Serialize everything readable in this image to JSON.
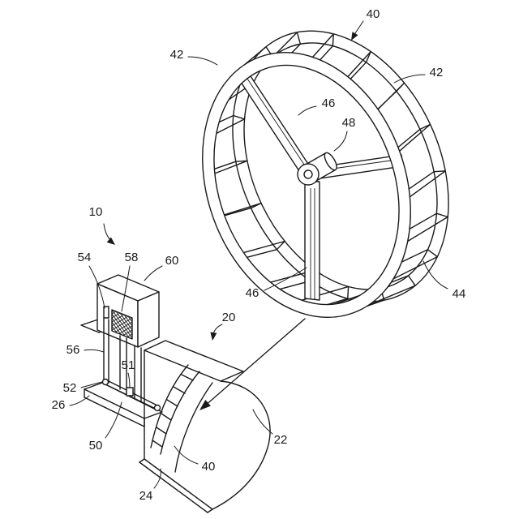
{
  "figure": {
    "numerals": [
      "40",
      "42",
      "42",
      "46",
      "48",
      "46",
      "44",
      "10",
      "54",
      "58",
      "60",
      "56",
      "51",
      "52",
      "26",
      "50",
      "20",
      "22",
      "40",
      "24"
    ]
  },
  "colors": {
    "ink": "#1a1a1a",
    "paper": "#ffffff"
  }
}
